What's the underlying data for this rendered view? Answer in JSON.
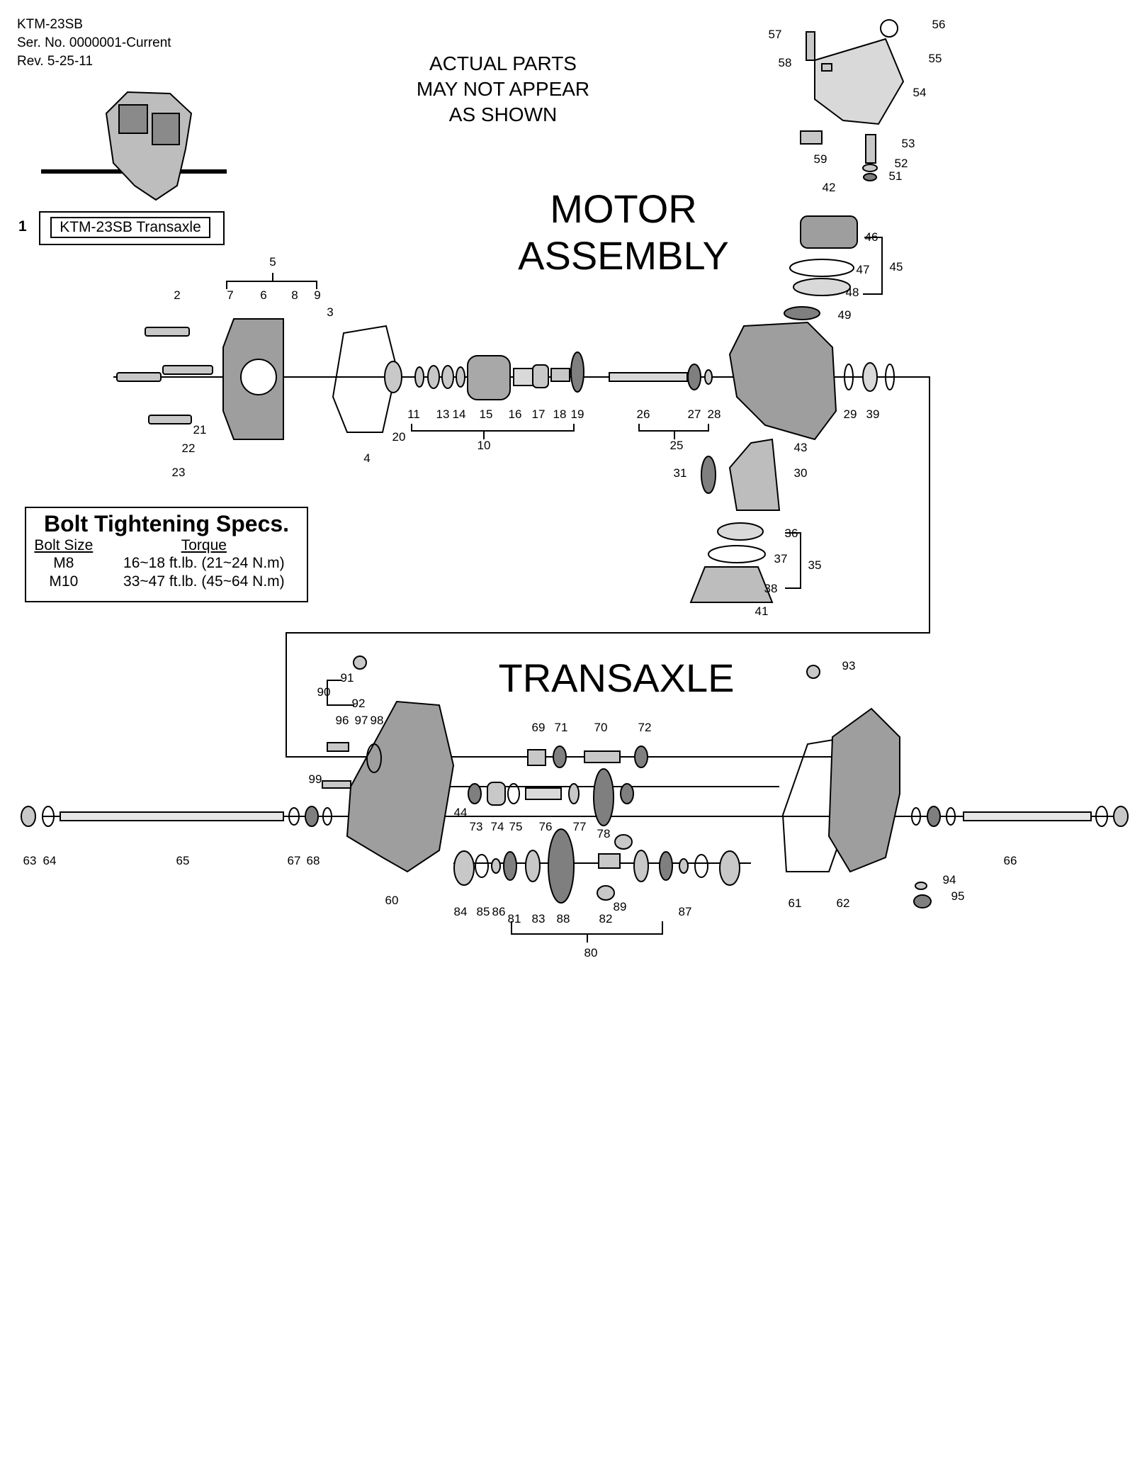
{
  "header": {
    "model": "KTM-23SB",
    "serial": "Ser. No. 0000001-Current",
    "revision": "Rev. 5-25-11"
  },
  "notice": [
    "ACTUAL PARTS",
    "MAY NOT APPEAR",
    "AS SHOWN"
  ],
  "sections": {
    "motor_line1": "MOTOR",
    "motor_line2": "ASSEMBLY",
    "transaxle": "TRANSAXLE"
  },
  "assembly_item": {
    "number": "1",
    "label": "KTM-23SB Transaxle"
  },
  "bolt_specs": {
    "title": "Bolt Tightening Specs.",
    "col_size": "Bolt Size",
    "col_torque": "Torque",
    "rows": [
      {
        "size": "M8",
        "torque": "16~18 ft.lb. (21~24 N.m)"
      },
      {
        "size": "M10",
        "torque": "33~47 ft.lb. (45~64 N.m)"
      }
    ]
  },
  "part_callouts": [
    "2",
    "3",
    "4",
    "5",
    "6",
    "7",
    "8",
    "9",
    "10",
    "11",
    "13",
    "14",
    "15",
    "16",
    "17",
    "18",
    "19",
    "20",
    "21",
    "22",
    "23",
    "25",
    "26",
    "27",
    "28",
    "29",
    "30",
    "31",
    "35",
    "36",
    "37",
    "38",
    "39",
    "41",
    "42",
    "43",
    "44",
    "45",
    "46",
    "47",
    "48",
    "49",
    "51",
    "52",
    "53",
    "54",
    "55",
    "56",
    "57",
    "58",
    "59",
    "60",
    "61",
    "62",
    "63",
    "64",
    "65",
    "66",
    "67",
    "68",
    "69",
    "70",
    "71",
    "72",
    "73",
    "74",
    "75",
    "76",
    "77",
    "78",
    "80",
    "81",
    "82",
    "83",
    "84",
    "85",
    "86",
    "87",
    "88",
    "89",
    "90",
    "91",
    "92",
    "93",
    "94",
    "95",
    "96",
    "97",
    "98",
    "99"
  ]
}
